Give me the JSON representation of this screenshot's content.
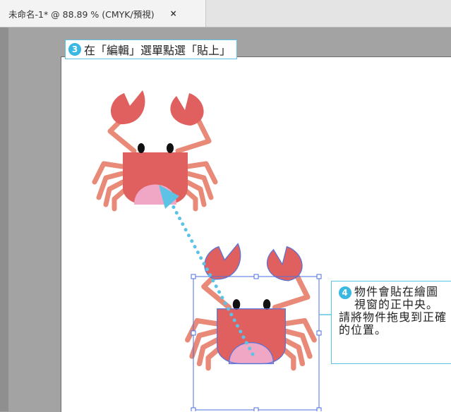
{
  "tab": {
    "title": "未命名-1* @ 88.89 % (CMYK/預視)",
    "close": "×"
  },
  "callout3": {
    "number": "3",
    "text": "在「編輯」選單點選「貼上」"
  },
  "callout4": {
    "number": "4",
    "text": "物件會貼在繪圖視窗的正中央。請將物件拖曳到正確的位置。"
  },
  "colors": {
    "crab_body": "#e0605f",
    "crab_legs": "#e98a78",
    "crab_belly": "#f0a7c6",
    "accent": "#5cc3e6",
    "selection": "#4a6fdc"
  }
}
